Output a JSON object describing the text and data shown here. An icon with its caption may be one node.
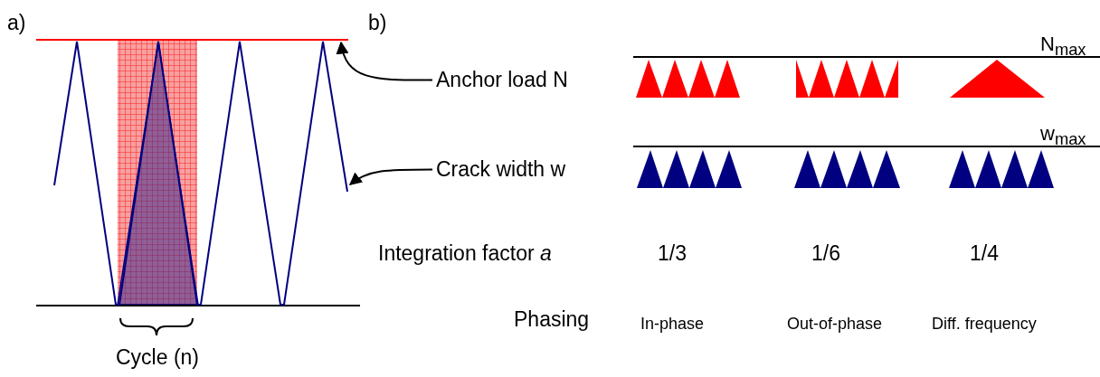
{
  "diagram": {
    "nodes": [
      {
        "text": [],
        "shape": "line"
      },
      {
        "text": [
          "Anchor load N"
        ]
      },
      {
        "text": [],
        "shape": "line"
      },
      {
        "text": [
          "Crack width w"
        ]
      }
    ],
    "edges": [
      {
        "from": 1,
        "to": 0,
        "arrow": "to"
      },
      {
        "from": 3,
        "to": 2,
        "arrow": "to"
      }
    ],
    "labels": [
      "a)",
      "b)",
      "N$_{max}$",
      "w$_{max}$",
      "Integration factor *a*",
      "1/3",
      "1/6",
      "1/4",
      "Phasing",
      "In-phase",
      "Out-of-phase",
      "Diff. frequency",
      "Cycle (n)"
    ]
  }
}
